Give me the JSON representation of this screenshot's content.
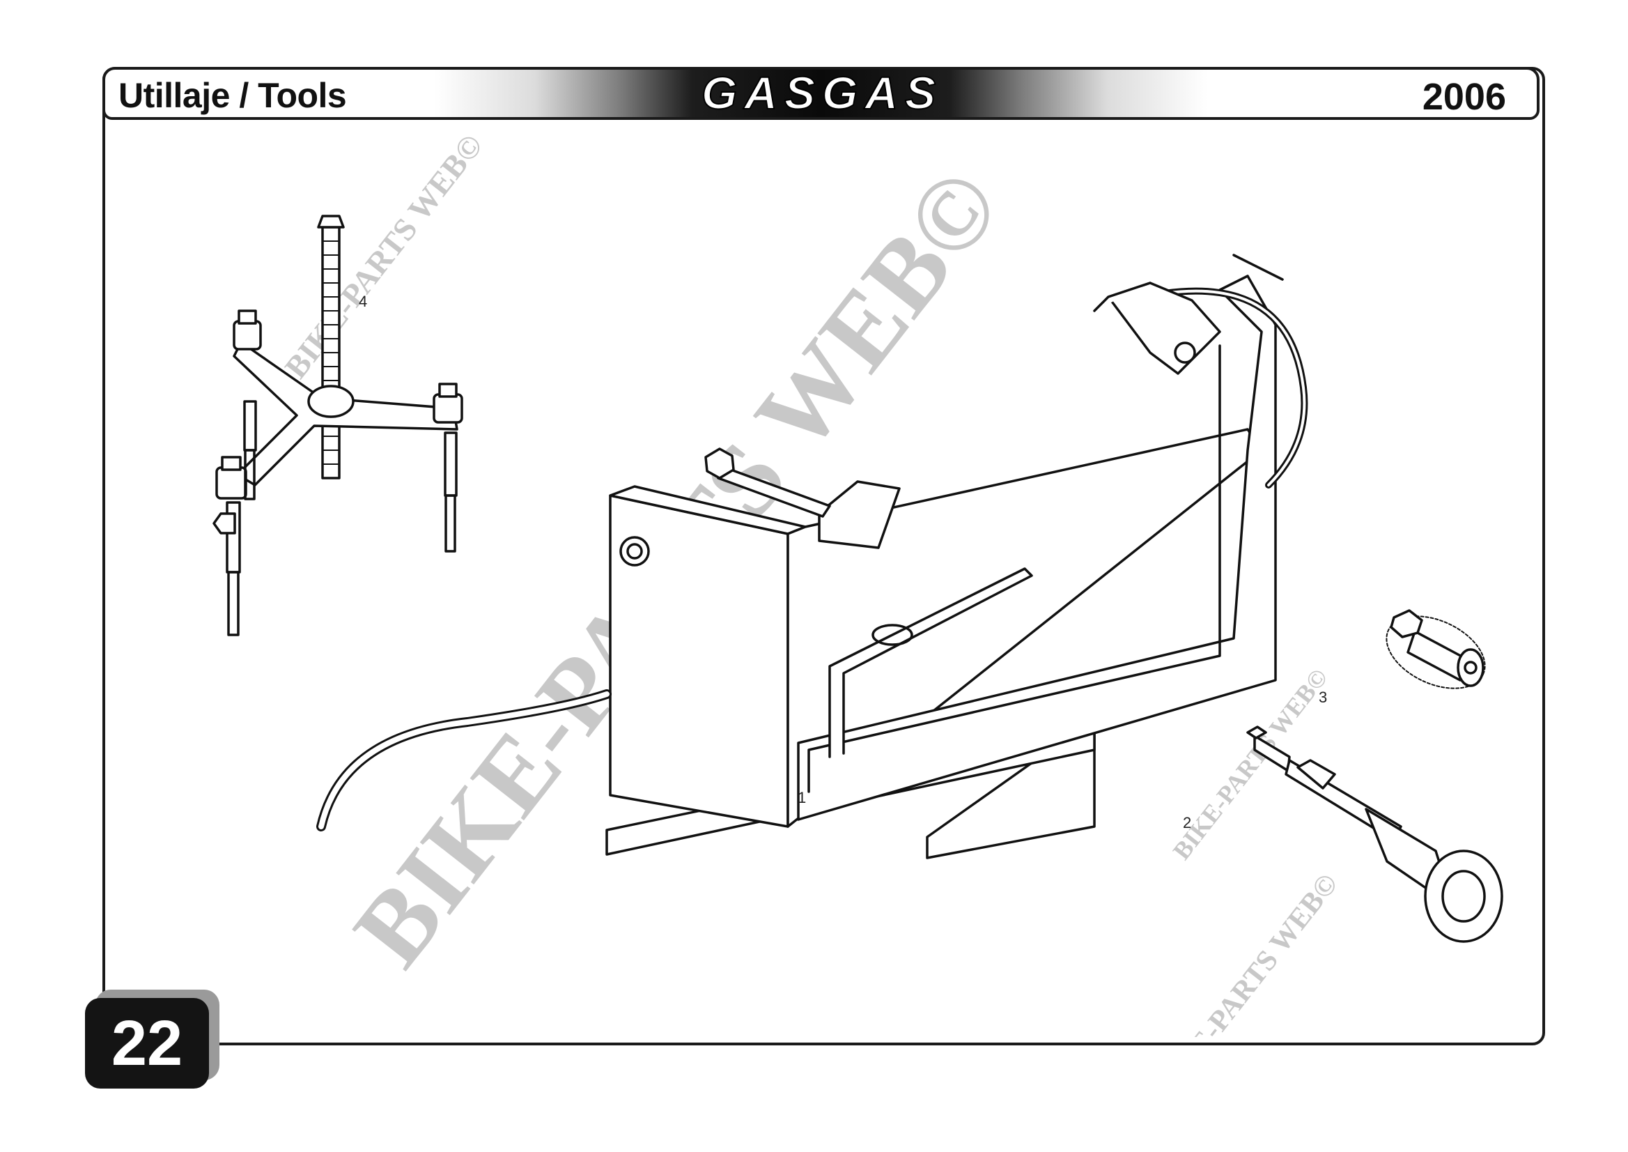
{
  "header": {
    "title": "Utillaje / Tools",
    "brand": "GASGAS",
    "year": "2006"
  },
  "page_number": "22",
  "watermark": [
    "BIKE-PARTS WEB©",
    "BIKE-PARTS WEB©",
    "BIKE-PARTS WEB©",
    "BIKE-PARTS WEB©"
  ],
  "callouts": [
    "1",
    "2",
    "3",
    "4"
  ],
  "colors": {
    "ink": "#1a1a1a",
    "watermark": "#c8c8c8",
    "tab_shadow": "#9a9a9a"
  }
}
